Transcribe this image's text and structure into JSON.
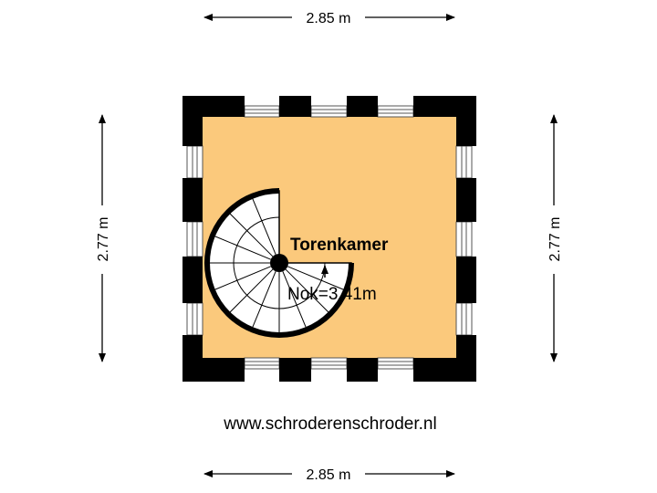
{
  "dimensions": {
    "top_width": "2.85 m",
    "bottom_width": "2.85 m",
    "left_height": "2.77 m",
    "right_height": "2.77 m"
  },
  "room": {
    "name": "Torenkamer",
    "ridge_height": "Nok=3.41m"
  },
  "website": "www.schroderenschroder.nl",
  "colors": {
    "floor": "#fbc97c",
    "wall": "#000000",
    "window": "#ffffff",
    "stair": "#ffffff"
  }
}
